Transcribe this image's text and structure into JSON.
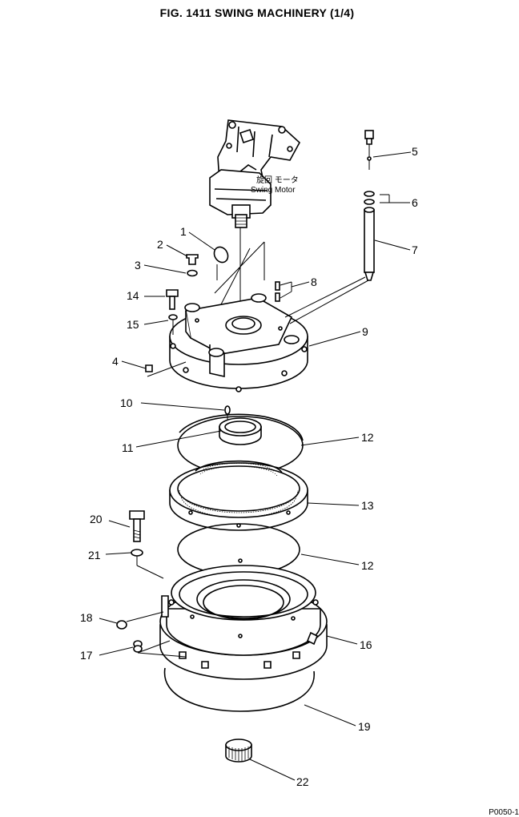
{
  "title": "FIG. 1411   SWING MACHINERY (1/4)",
  "motor_label_jp": "旋回 モータ",
  "motor_label_en": "Swing Motor",
  "callouts": [
    "1",
    "2",
    "3",
    "4",
    "5",
    "6",
    "7",
    "8",
    "9",
    "10",
    "11",
    "12",
    "12",
    "13",
    "14",
    "15",
    "16",
    "17",
    "18",
    "19",
    "20",
    "21",
    "22"
  ],
  "page_code": "P0050-1"
}
